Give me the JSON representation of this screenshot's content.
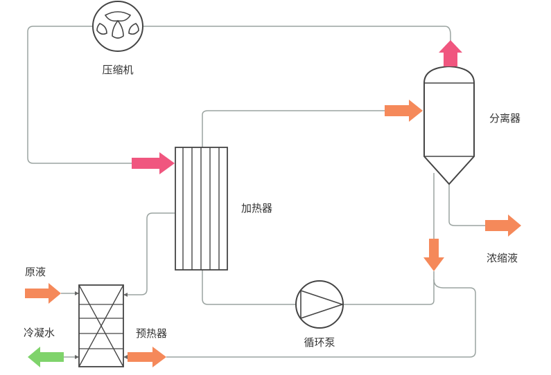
{
  "labels": {
    "compressor": "压缩机",
    "separator": "分离器",
    "heater": "加热器",
    "concentrate": "浓缩液",
    "raw_liquid": "原液",
    "condensate": "冷凝水",
    "preheater": "预热器",
    "circulation_pump": "循环泵"
  },
  "colors": {
    "line": "#9aa3a0",
    "equipment_stroke": "#444444",
    "vapor_arrow": "#f0567f",
    "liquid_arrow": "#f5895a",
    "condensate_arrow": "#7fd36b"
  },
  "icons": {
    "compressor": "compressor-icon",
    "pump": "pump-icon",
    "vapor_arrow": "arrow-icon",
    "liquid_arrow": "arrow-icon",
    "condensate_arrow": "arrow-icon"
  }
}
